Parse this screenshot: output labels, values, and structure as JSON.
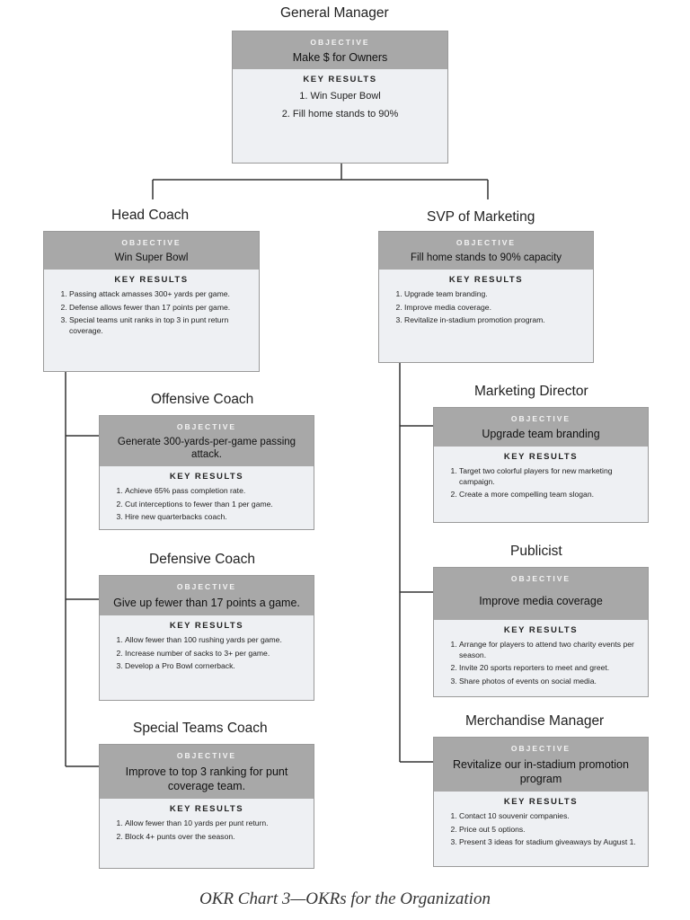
{
  "diagram": {
    "caption": "OKR Chart 3—OKRs for the Organization",
    "objective_label": "OBJECTIVE",
    "key_results_label": "KEY RESULTS",
    "colors": {
      "objective_band": "#a8a8a8",
      "card_body": "#eef0f3",
      "connector": "#333333"
    },
    "nodes": {
      "gm": {
        "role": "General Manager",
        "objective": "Make $ for Owners",
        "key_results": [
          "Win Super Bowl",
          "Fill home stands to 90%"
        ]
      },
      "head_coach": {
        "role": "Head Coach",
        "objective": "Win Super Bowl",
        "key_results": [
          "Passing attack amasses 300+ yards per game.",
          "Defense allows fewer than 17 points per game.",
          "Special teams unit ranks in top 3 in punt return coverage."
        ]
      },
      "svp_marketing": {
        "role": "SVP of Marketing",
        "objective": "Fill home stands to 90% capacity",
        "key_results": [
          "Upgrade team branding.",
          "Improve media coverage.",
          "Revitalize in-stadium promotion program."
        ]
      },
      "offensive_coach": {
        "role": "Offensive Coach",
        "objective": "Generate 300-yards-per-game passing attack.",
        "key_results": [
          "Achieve 65% pass completion rate.",
          "Cut interceptions to fewer than 1 per game.",
          "Hire new quarterbacks coach."
        ]
      },
      "defensive_coach": {
        "role": "Defensive Coach",
        "objective": "Give up fewer than 17 points a game.",
        "key_results": [
          "Allow fewer than 100 rushing yards per game.",
          "Increase number of sacks to 3+ per game.",
          "Develop a Pro Bowl cornerback."
        ]
      },
      "special_teams_coach": {
        "role": "Special Teams Coach",
        "objective": "Improve to top 3 ranking for punt coverage team.",
        "key_results": [
          "Allow fewer than 10 yards per punt return.",
          "Block 4+ punts over the season."
        ]
      },
      "marketing_director": {
        "role": "Marketing Director",
        "objective": "Upgrade team branding",
        "key_results": [
          "Target two colorful players for new marketing campaign.",
          "Create a more compelling team slogan."
        ]
      },
      "publicist": {
        "role": "Publicist",
        "objective": "Improve media coverage",
        "key_results": [
          "Arrange for players to attend two charity events per season.",
          "Invite 20 sports reporters to meet and greet.",
          "Share photos of events on social media."
        ]
      },
      "merchandise_manager": {
        "role": "Merchandise Manager",
        "objective": "Revitalize our in-stadium promotion program",
        "key_results": [
          "Contact 10 souvenir companies.",
          "Price out 5 options.",
          "Present 3 ideas for stadium giveaways by August 1."
        ]
      }
    }
  }
}
